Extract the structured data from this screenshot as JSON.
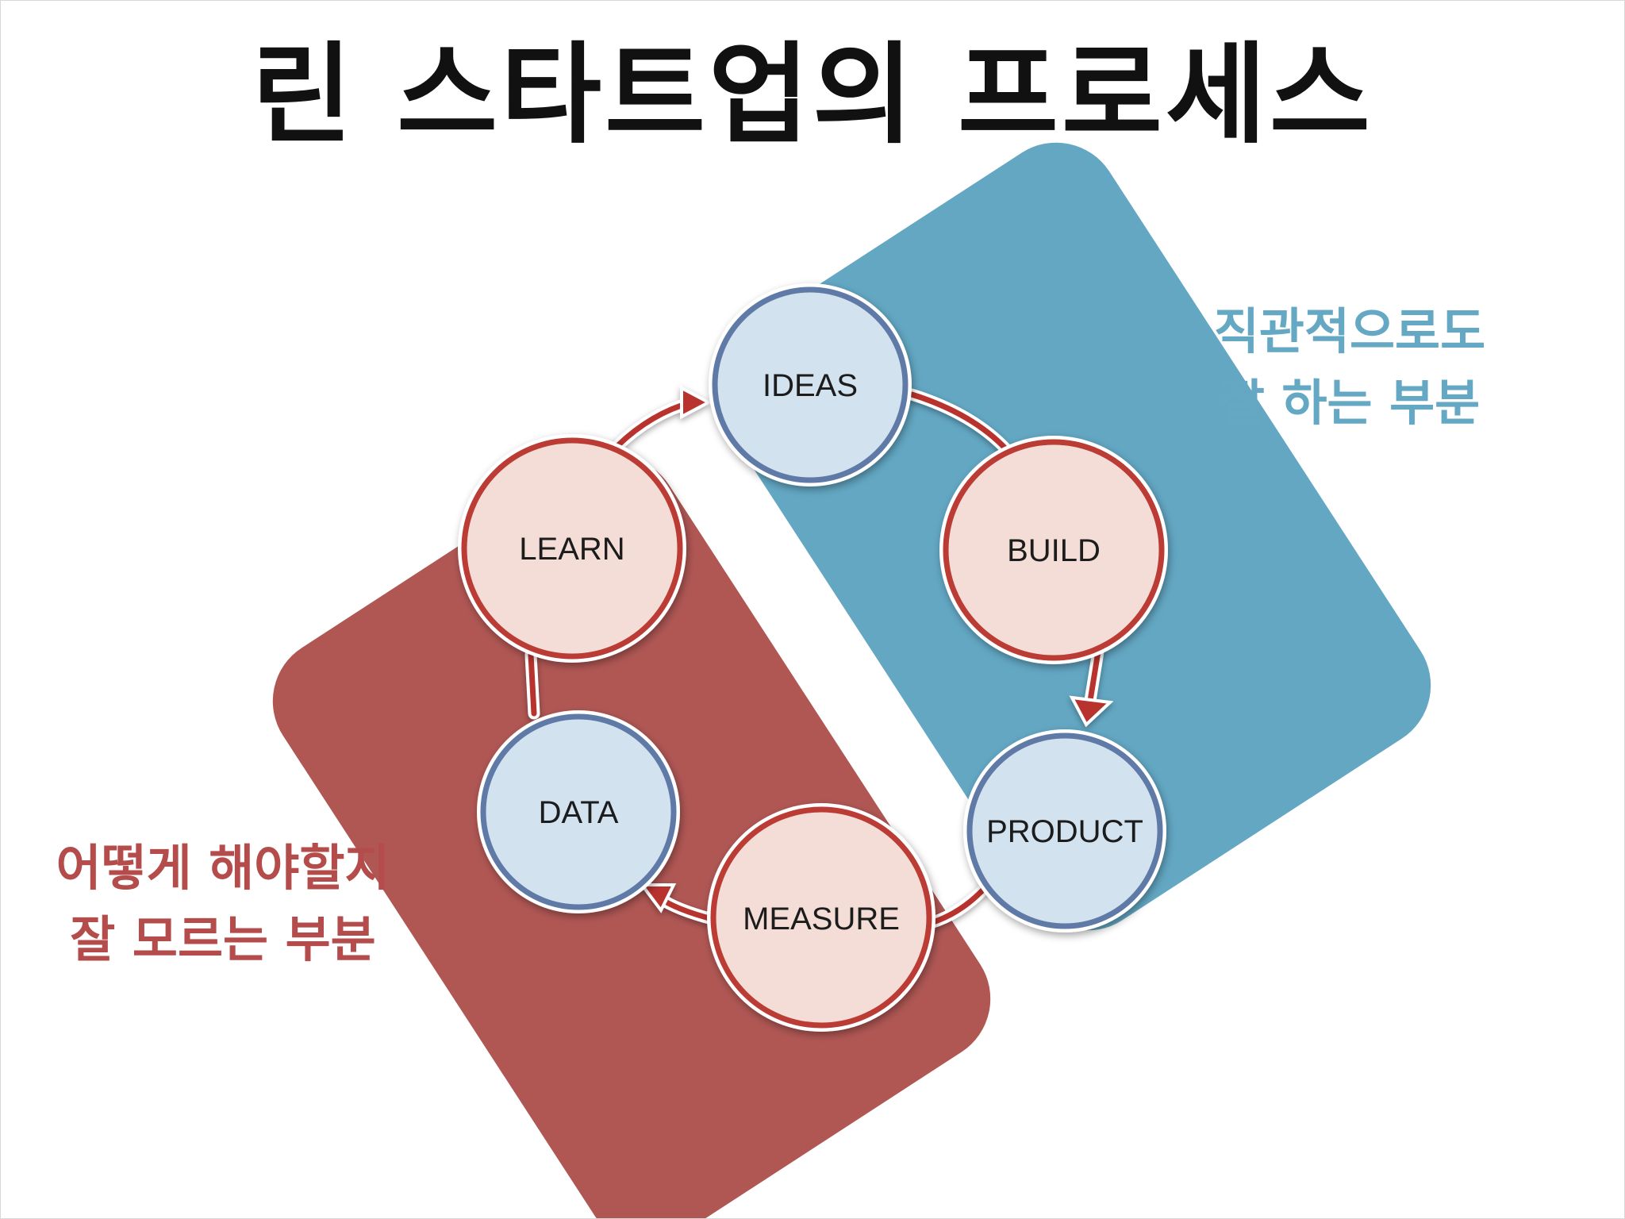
{
  "title": "린 스타트업의 프로세스",
  "colors": {
    "blue_region": "#63a7c3",
    "red_region": "#b05754",
    "blue_node_fill": "#d2e2ef",
    "blue_node_stroke": "#5f7aa6",
    "red_node_fill": "#f3ddd6",
    "red_node_stroke": "#bb3a34",
    "arrow": "#b8312f"
  },
  "nodes": {
    "ideas": "IDEAS",
    "build": "BUILD",
    "product": "PRODUCT",
    "measure": "MEASURE",
    "data": "DATA",
    "learn": "LEARN"
  },
  "right_label": {
    "line1": "직관적으로도",
    "line2": "잘 하는 부분"
  },
  "left_label": {
    "line1": "어떻게 해야할지",
    "line2": "잘 모르는 부분"
  }
}
